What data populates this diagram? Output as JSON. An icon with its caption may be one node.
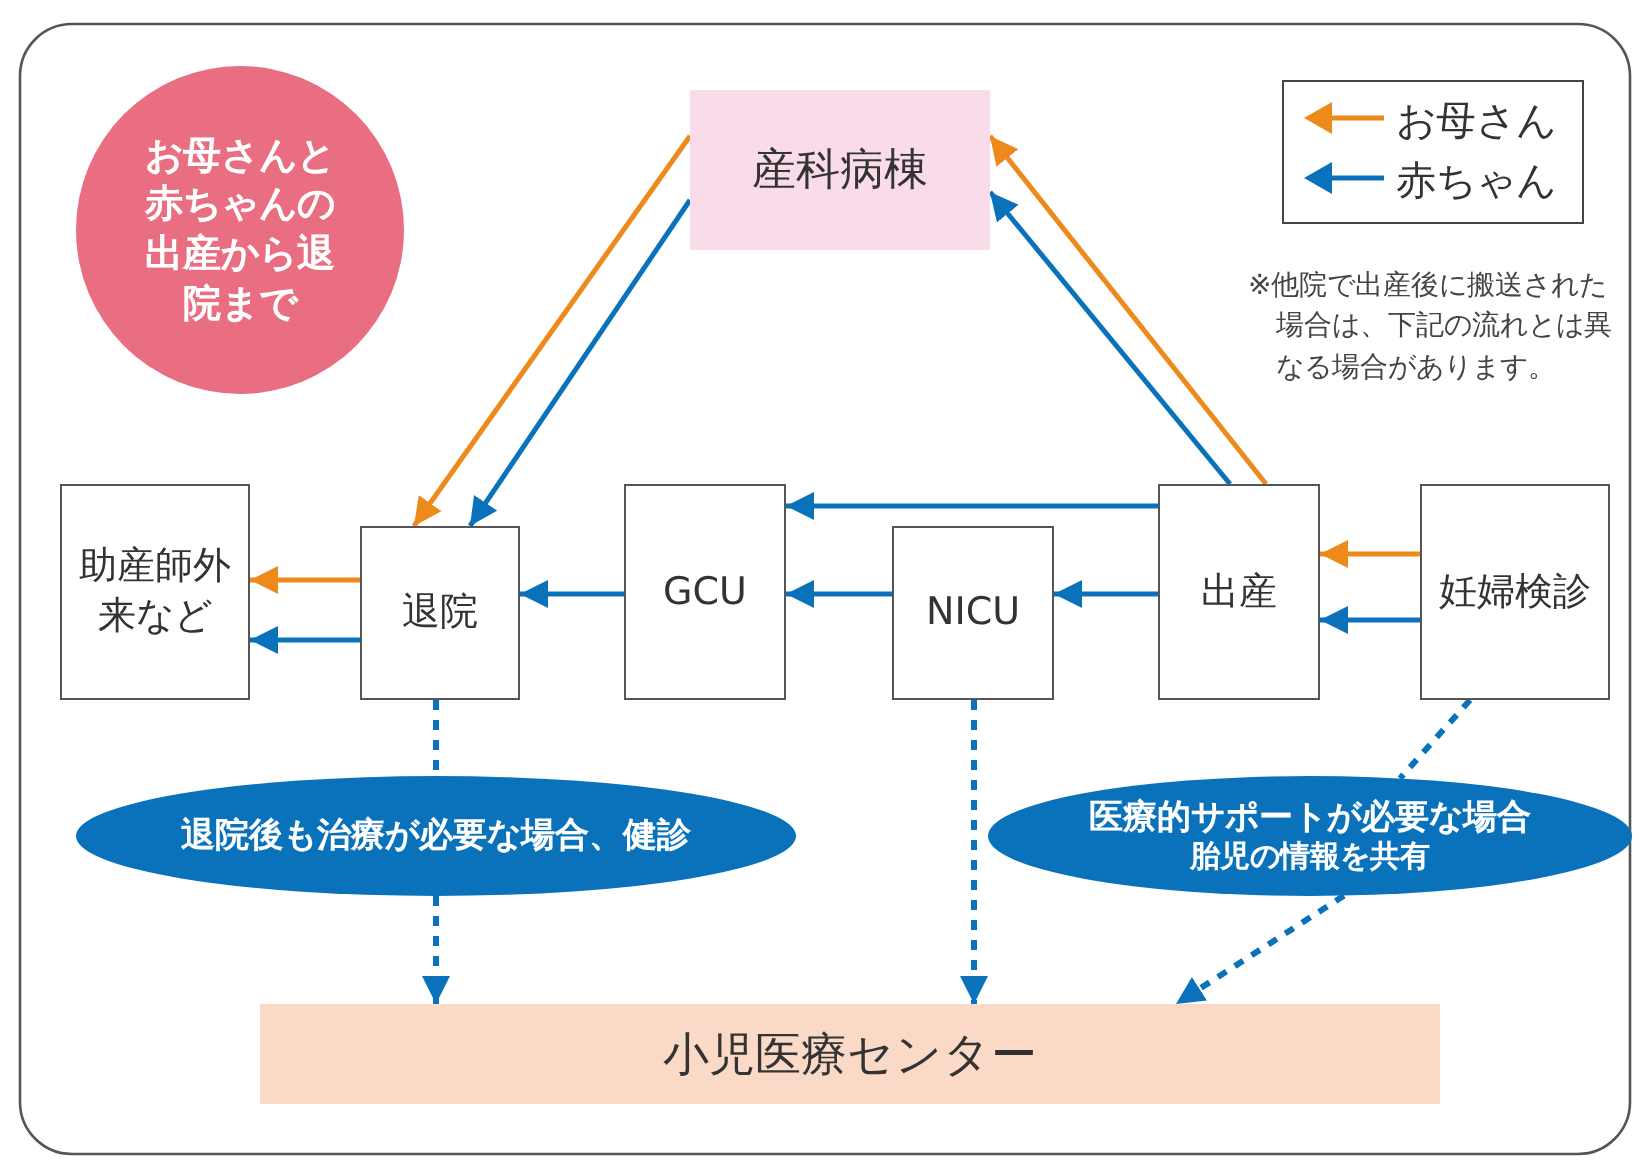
{
  "diagram": {
    "nodes": [
      {
        "text": [
          "お母さんと赤ちゃんの出産から退院まで"
        ]
      },
      {
        "text": [
          "産科病棟"
        ]
      },
      {
        "text": [
          "助産師外来など"
        ]
      },
      {
        "text": [
          "退院"
        ]
      },
      {
        "text": [
          "GCU"
        ]
      },
      {
        "text": [
          "NICU"
        ]
      },
      {
        "text": [
          "出産"
        ]
      },
      {
        "text": [
          "妊婦検診"
        ]
      },
      {
        "text": [
          "退院後も治療が必要な場合、健診"
        ]
      },
      {
        "text": [
          "医療的サポートが必要な場合",
          "胎児の情報を共有"
        ]
      },
      {
        "text": [
          "小児医療センター"
        ]
      }
    ],
    "edges": [
      {
        "from": 1,
        "to": 3,
        "arrow": "to",
        "color": "#ee8a1c"
      },
      {
        "from": 1,
        "to": 3,
        "arrow": "to"
      },
      {
        "from": 6,
        "to": 1,
        "arrow": "to",
        "color": "#ee8a1c"
      },
      {
        "from": 6,
        "to": 1,
        "arrow": "to"
      },
      {
        "from": 6,
        "to": 4,
        "arrow": "to"
      },
      {
        "from": 6,
        "to": 5,
        "arrow": "to"
      },
      {
        "from": 5,
        "to": 4,
        "arrow": "to"
      },
      {
        "from": 4,
        "to": 3,
        "arrow": "to"
      },
      {
        "from": 3,
        "to": 2,
        "arrow": "to",
        "color": "#ee8a1c"
      },
      {
        "from": 3,
        "to": 2,
        "arrow": "to"
      },
      {
        "from": 7,
        "to": 6,
        "arrow": "to",
        "color": "#ee8a1c"
      },
      {
        "from": 7,
        "to": 6,
        "arrow": "to"
      },
      {
        "from": 3,
        "to": 8,
        "arrow": "none",
        "style": "dashed"
      },
      {
        "from": 8,
        "to": 10,
        "arrow": "to",
        "style": "dashed"
      },
      {
        "from": 5,
        "to": 10,
        "arrow": "to",
        "style": "dashed"
      },
      {
        "from": 7,
        "to": 9,
        "arrow": "none",
        "style": "dashed"
      },
      {
        "from": 9,
        "to": 10,
        "arrow": "to",
        "style": "dashed"
      }
    ],
    "labels": [
      "※他院で出産後に搬送された場合は、下記の流れとは異なる場合があります。"
    ],
    "legend": [
      {
        "text": "お母さん"
      },
      {
        "text": "赤ちゃん"
      }
    ]
  }
}
